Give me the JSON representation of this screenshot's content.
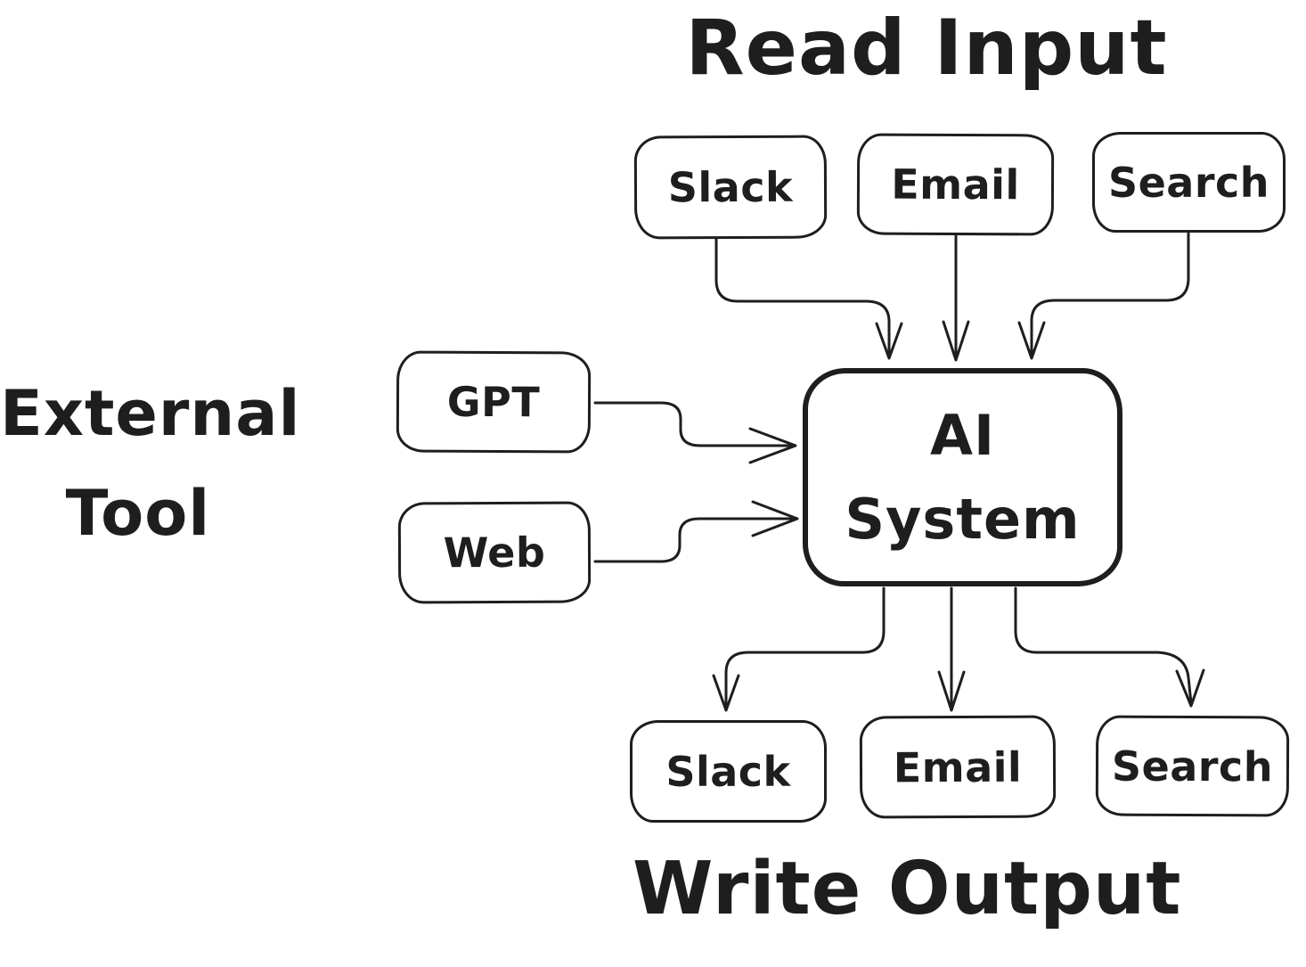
{
  "diagram": {
    "titles": {
      "read_input": "Read Input",
      "write_output": "Write Output",
      "external_tool_line1": "External",
      "external_tool_line2": "Tool"
    },
    "nodes": {
      "input_slack": "Slack",
      "input_email": "Email",
      "input_search": "Search",
      "tool_gpt": "GPT",
      "tool_web": "Web",
      "ai_line1": "AI",
      "ai_line2": "System",
      "output_slack": "Slack",
      "output_email": "Email",
      "output_search": "Search"
    },
    "edges": [
      {
        "from": "input-slack",
        "to": "ai-system"
      },
      {
        "from": "input-email",
        "to": "ai-system"
      },
      {
        "from": "input-search",
        "to": "ai-system"
      },
      {
        "from": "tool-gpt",
        "to": "ai-system"
      },
      {
        "from": "tool-web",
        "to": "ai-system"
      },
      {
        "from": "ai-system",
        "to": "output-slack"
      },
      {
        "from": "ai-system",
        "to": "output-email"
      },
      {
        "from": "ai-system",
        "to": "output-search"
      }
    ],
    "colors": {
      "stroke": "#1e1e1e",
      "background": "#ffffff"
    }
  }
}
